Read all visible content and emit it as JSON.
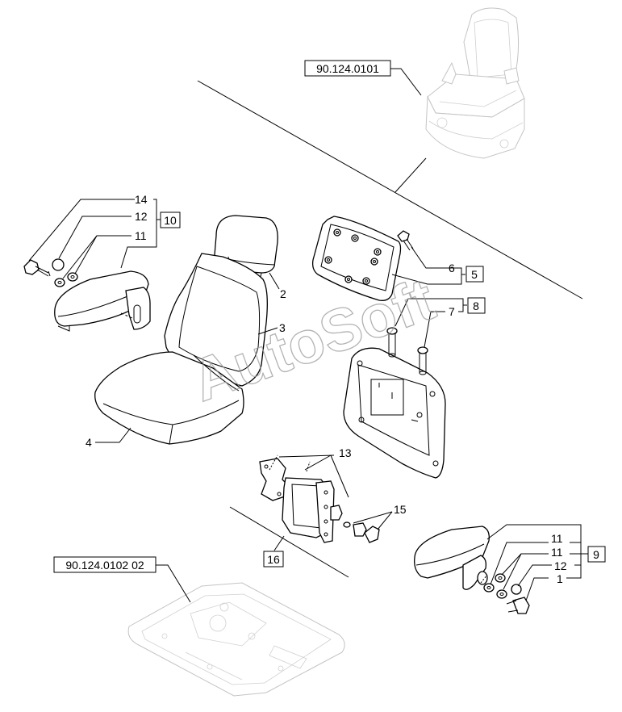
{
  "references": {
    "top": "90.124.0101",
    "bottom": "90.124.0102 02"
  },
  "watermark": "AutoSoft",
  "callouts": {
    "c1": "1",
    "c2": "2",
    "c3": "3",
    "c4": "4",
    "c6": "6",
    "c7": "7",
    "c11a": "11",
    "c11b": "11",
    "c11c": "11",
    "c12a": "12",
    "c12b": "12",
    "c13": "13",
    "c14": "14",
    "c15": "15"
  },
  "boxed_callouts": {
    "b5": "5",
    "b8": "8",
    "b9": "9",
    "b10": "10",
    "b16": "16"
  }
}
